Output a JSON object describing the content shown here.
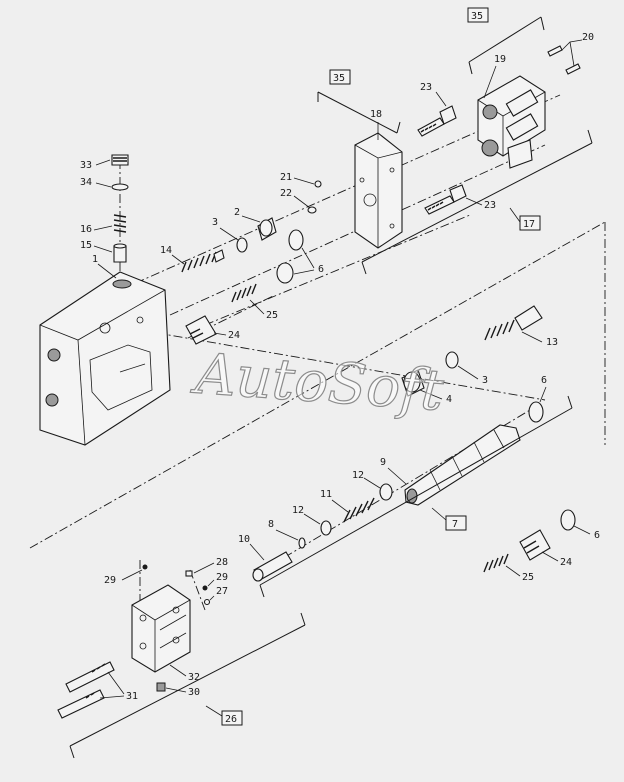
{
  "watermark": "AutoSoft",
  "callouts": {
    "c1": "1",
    "c2": "2",
    "c3a": "3",
    "c3b": "3",
    "c4": "4",
    "c6a": "6",
    "c6b": "6",
    "c6c": "6",
    "c7": "7",
    "c8": "8",
    "c9": "9",
    "c10": "10",
    "c11": "11",
    "c12a": "12",
    "c12b": "12",
    "c13": "13",
    "c14": "14",
    "c15": "15",
    "c16": "16",
    "c17": "17",
    "c18": "18",
    "c19": "19",
    "c20": "20",
    "c21": "21",
    "c22": "22",
    "c23a": "23",
    "c23b": "23",
    "c24a": "24",
    "c24b": "24",
    "c25a": "25",
    "c25b": "25",
    "c26": "26",
    "c27": "27",
    "c28": "28",
    "c29a": "29",
    "c29b": "29",
    "c30": "30",
    "c31": "31",
    "c32": "32",
    "c33": "33",
    "c34": "34",
    "c35a": "35",
    "c35b": "35"
  }
}
